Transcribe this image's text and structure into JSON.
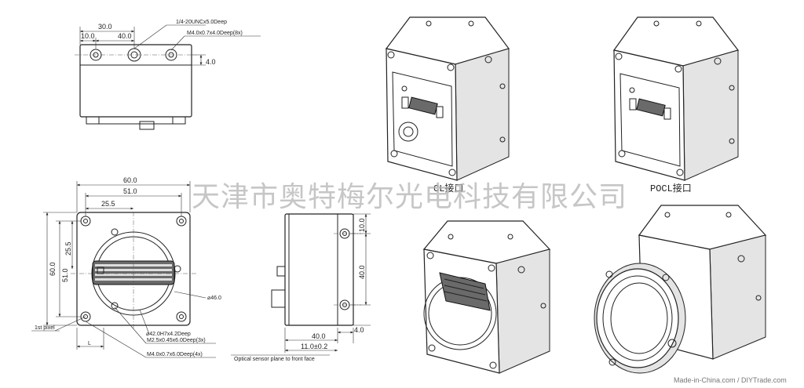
{
  "top_view": {
    "dims": [
      "30.0",
      "10.0",
      "40.0",
      "4.0"
    ],
    "callouts": [
      "1/4-20UNCx5.0Deep",
      "M4.0x0.7x4.0Deep(8x)"
    ]
  },
  "front_view": {
    "dims": [
      "60.0",
      "51.0",
      "25.5",
      "25.5",
      "51.0",
      "60.0"
    ],
    "callouts": [
      "⌀46.0",
      "⌀42.0H7x4.2Deep",
      "M2.5x0.45x6.0Deep(3x)",
      "M4.0x0.7x6.0Deep(4x)",
      "1st pixel",
      "L"
    ]
  },
  "side_view": {
    "dims": [
      "10.0",
      "40.0",
      "40.0",
      "4.0",
      "11.0±0.2"
    ],
    "note": "Optical sensor plane to front face"
  },
  "labels": {
    "cl": "CL接口",
    "pocl": "POCL接口"
  },
  "watermark": "天津市奥特梅尔光电科技有限公司",
  "footer": "Made-in-China.com / DIYTrade.com"
}
